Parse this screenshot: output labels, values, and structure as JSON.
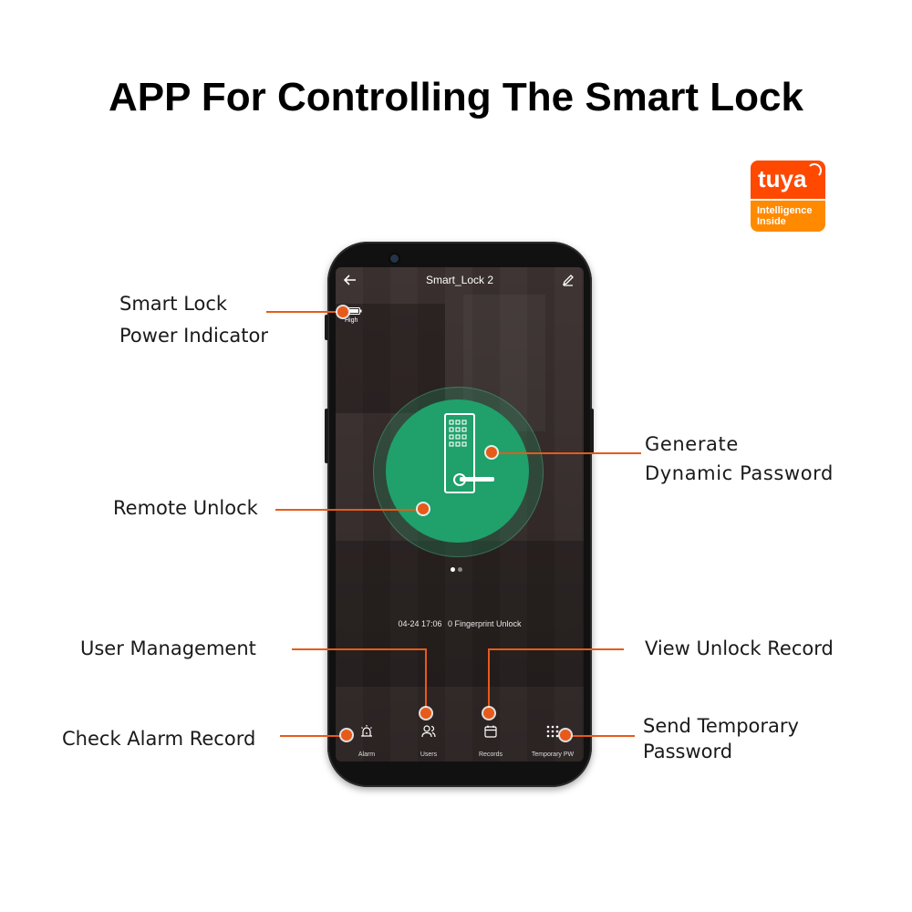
{
  "headline": "APP For Controlling The Smart Lock",
  "badge": {
    "brand": "tuya",
    "line1": "Intelligence",
    "line2": "Inside"
  },
  "app": {
    "title": "Smart_Lock 2",
    "battery_label": "High",
    "last_record": {
      "time": "04-24 17:06",
      "text": "0 Fingerprint Unlock"
    },
    "page_dots": {
      "count": 2,
      "active": 0
    },
    "tabs": [
      {
        "label": "Alarm",
        "icon": "alarm-icon"
      },
      {
        "label": "Users",
        "icon": "users-icon"
      },
      {
        "label": "Records",
        "icon": "calendar-icon"
      },
      {
        "label": "Temporary PW",
        "icon": "keypad-icon"
      }
    ]
  },
  "callouts": {
    "power_line1": "Smart Lock",
    "power_line2": "Power Indicator",
    "remote_unlock": "Remote Unlock",
    "user_management": "User Management",
    "alarm_record": "Check Alarm Record",
    "dynamic_line1": "Generate",
    "dynamic_line2": "Dynamic Password",
    "unlock_record": "View Unlock Record",
    "temp_line1": "Send Temporary",
    "temp_line2": "Password"
  },
  "colors": {
    "accent": "#e85a1a",
    "unlock_green": "#20a06a",
    "tuya_orange": "#ff4800",
    "tuya_amber": "#ff8a00"
  }
}
